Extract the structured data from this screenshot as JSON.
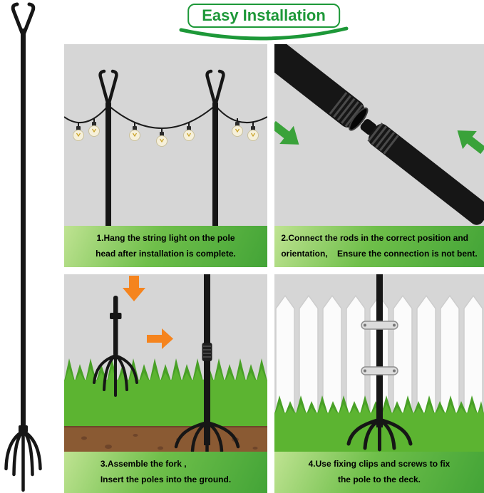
{
  "title": {
    "label": "Easy Installation"
  },
  "steps": [
    {
      "line1": "1.Hang the string light on the pole",
      "line2": "head after installation is complete."
    },
    {
      "line1": "2.Connect the rods in the correct position and",
      "line2": "orientation,    Ensure the connection is not bent."
    },
    {
      "line1": "3.Assemble the fork ,",
      "line2": "Insert the poles into the ground."
    },
    {
      "line1": "4.Use fixing clips and screws to fix",
      "line2": "the pole to the deck."
    }
  ],
  "colors": {
    "accent_green": "#1d9838",
    "panel_gray": "#d6d6d6",
    "pole_black": "#161616",
    "grass_green": "#5cb431",
    "grass_dark": "#48a026",
    "soil_brown": "#8a5a33",
    "arrow_orange": "#f5841e",
    "arrow_green": "#3aa23a",
    "caption_light": "#bfe392",
    "caption_mid": "#6fbf4a",
    "caption_dark": "#43a437"
  }
}
